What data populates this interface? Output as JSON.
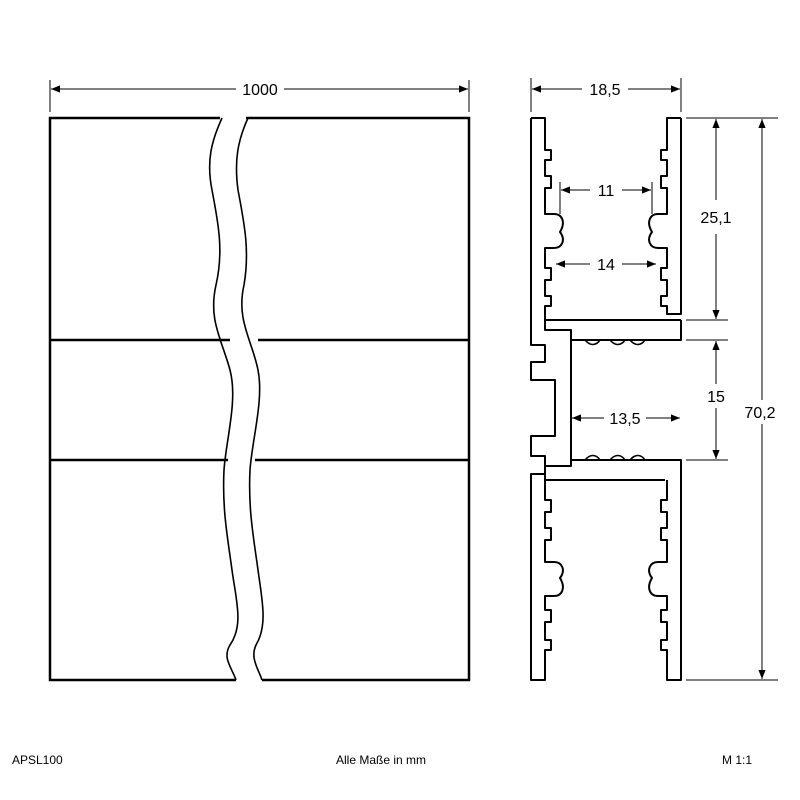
{
  "drawing": {
    "side_view": {
      "length_label": "1000"
    },
    "profile": {
      "width_label": "18,5",
      "total_height_label": "70,2",
      "upper_channel_depth_label": "25,1",
      "upper_opening_inner_label": "11",
      "upper_opening_outer_label": "14",
      "middle_section_height_label": "15",
      "middle_section_depth_label": "13,5"
    }
  },
  "footer": {
    "article_number": "APSL100",
    "units_note": "Alle Maße in mm",
    "scale": "M 1:1"
  }
}
